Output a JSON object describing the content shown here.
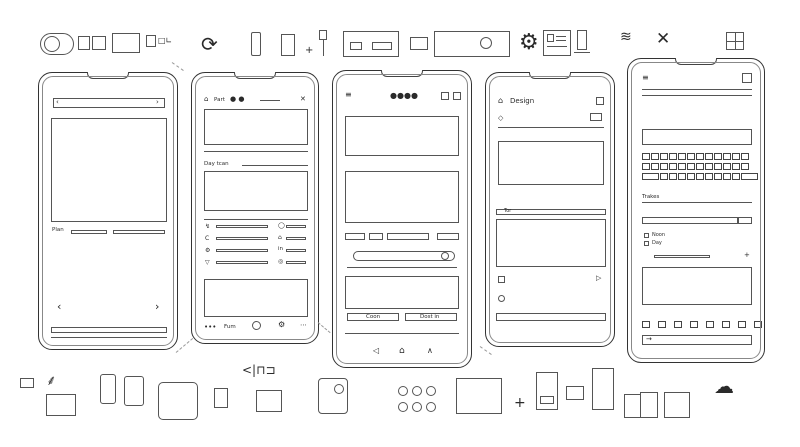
{
  "phone2": {
    "header_label": "Part",
    "section_label": "Day tcan",
    "footer_label": "Fum",
    "row_label_in": "in"
  },
  "phone1": {
    "slider_label": "Plan"
  },
  "phone3": {
    "button_left": "Coon",
    "button_right": "Dost in"
  },
  "phone4": {
    "title": "Design",
    "tab_label": "Tor"
  },
  "phone5": {
    "section_label": "Trakes",
    "option_1": "Noon",
    "option_2": "Day"
  },
  "icons": {
    "top": [
      "toggle-icon",
      "refresh-icon",
      "bookmark-icon",
      "slider-icon",
      "tools-panel-icon",
      "card-icon",
      "timer-bar-icon",
      "gear-icon",
      "document-icon",
      "chart-icon",
      "wifi-icon",
      "close-icon",
      "grid-icon"
    ],
    "bottom": [
      "small-box-icon",
      "plant-icon",
      "phone-icon",
      "frame-icon",
      "folder-icon",
      "code-brackets-icon",
      "remote-icon",
      "buttons-grid-icon",
      "tray-icon",
      "plus-icon",
      "printer-icon",
      "mail-icon",
      "bottle-icon",
      "pencil-cup-icon",
      "box-icon",
      "landscape-icon"
    ]
  },
  "colors": {
    "stroke": "#333333",
    "background": "#ffffff"
  }
}
